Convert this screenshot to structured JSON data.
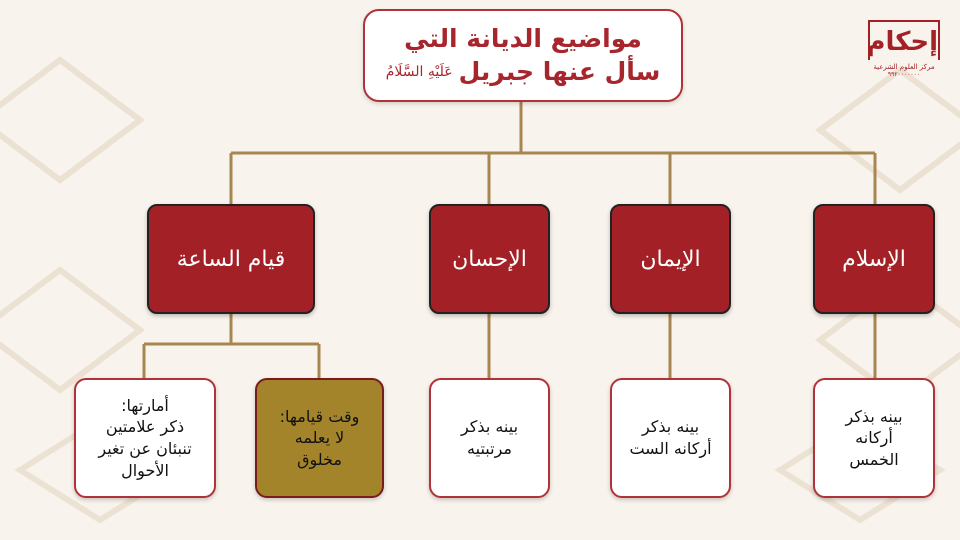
{
  "title": {
    "line1": "مواضيع الديانة التي",
    "line2": "سأل عنها جبريل",
    "honorific": "عَلَيْهِ السَّلَامُ"
  },
  "logo": {
    "mark": "إحكام",
    "subtitle": "مركز العلوم الشرعية",
    "contact": "٩٩٢٠٠٠٠٠٠٠"
  },
  "categories": [
    {
      "label": "الإسلام"
    },
    {
      "label": "الإيمان"
    },
    {
      "label": "الإحسان"
    },
    {
      "label": "قيام الساعة"
    }
  ],
  "details": {
    "islam": "بينه بذكر\nأركانه\nالخمس",
    "iman": "بينه بذكر\nأركانه الست",
    "ihsan": "بينه بذكر\nمرتبتيه",
    "time": "وقت قيامها:\nلا يعلمه\nمخلوق",
    "signs": "أمارتها:\nذكر علامتين\nتنبئان عن تغير\nالأحوال"
  },
  "colors": {
    "primary": "#a32126",
    "gold": "#a4842a",
    "connector": "#a88650",
    "background": "#f8f3ec"
  }
}
